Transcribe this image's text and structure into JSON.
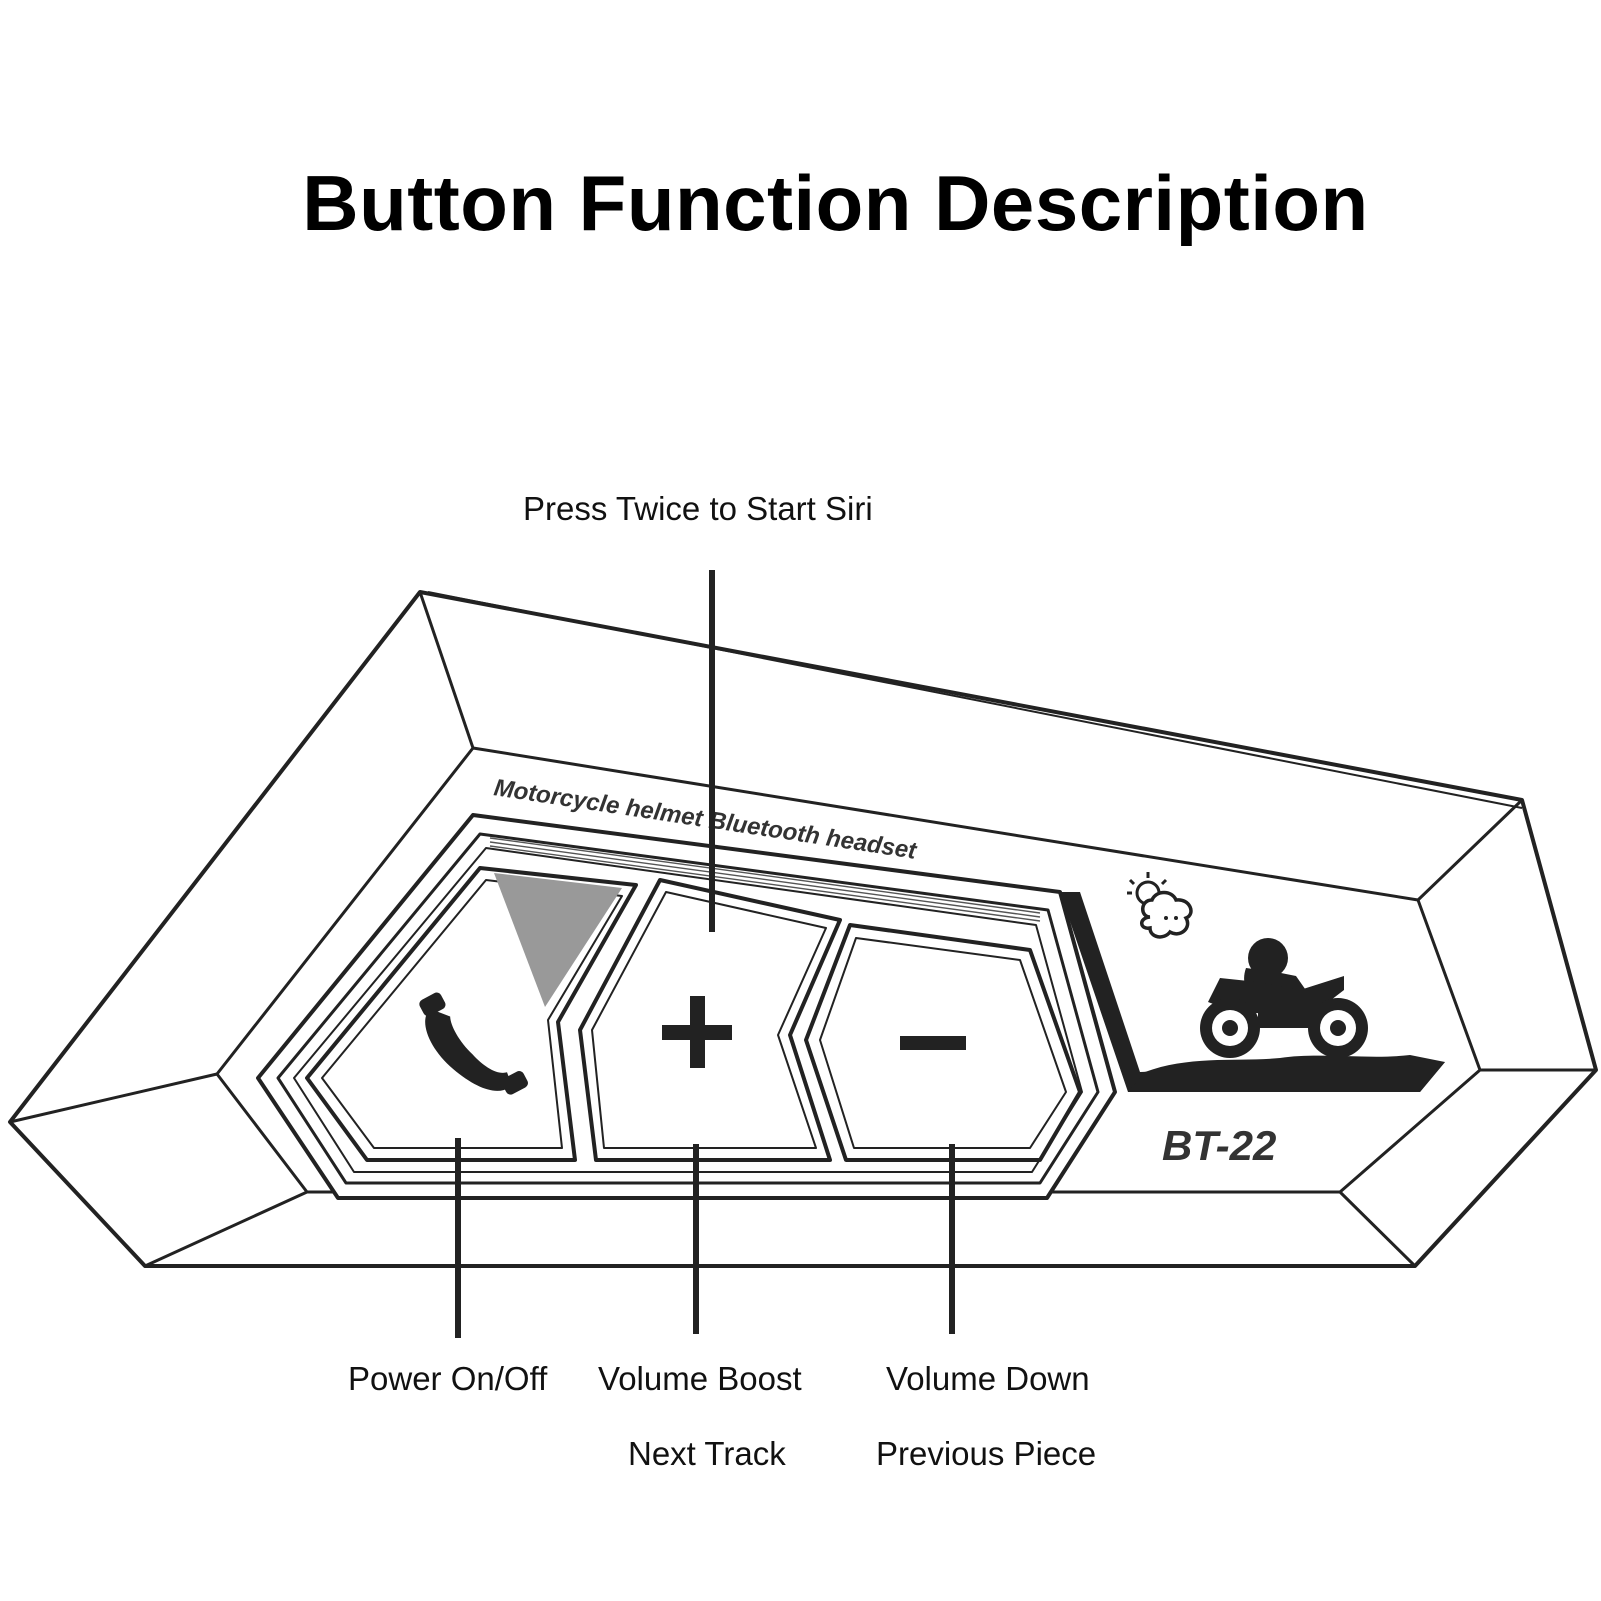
{
  "title": "Button Function Description",
  "device": {
    "tagline": "Motorcycle helmet Bluetooth headset",
    "model": "BT-22"
  },
  "buttons": {
    "phone": {
      "icon": "phone-handset-icon"
    },
    "plus": {
      "icon": "plus-icon",
      "symbol": "+"
    },
    "minus": {
      "icon": "minus-icon",
      "symbol": "−"
    }
  },
  "callouts": {
    "siri": "Press Twice to Start Siri",
    "power": "Power On/Off",
    "volume_boost": "Volume Boost",
    "next_track": "Next Track",
    "volume_down": "Volume Down",
    "previous_piece": "Previous Piece"
  },
  "colors": {
    "outline": "#222222",
    "indicator": "#999999",
    "fill": "#ffffff"
  }
}
